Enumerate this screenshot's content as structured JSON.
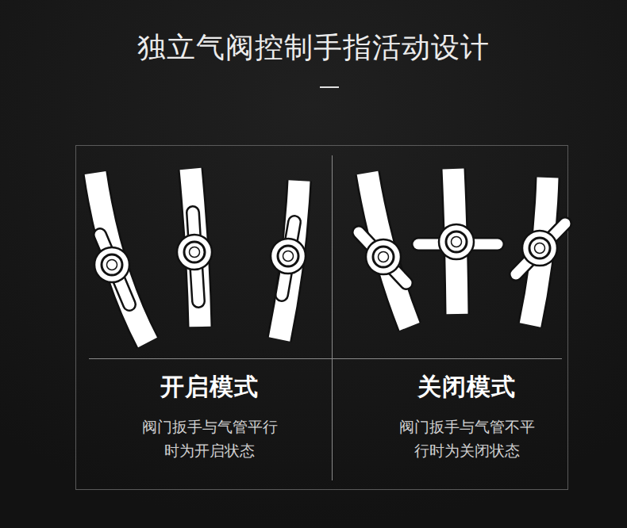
{
  "diagram": {
    "title": "独立气阀控制手指活动设计",
    "nodes": [
      {
        "text": [
          "开启模式",
          "阀门扳手与气管平行 时为开启状态"
        ]
      },
      {
        "text": [
          "关闭模式",
          "阀门扳手与气管不平 行时为关闭状态"
        ]
      }
    ]
  }
}
